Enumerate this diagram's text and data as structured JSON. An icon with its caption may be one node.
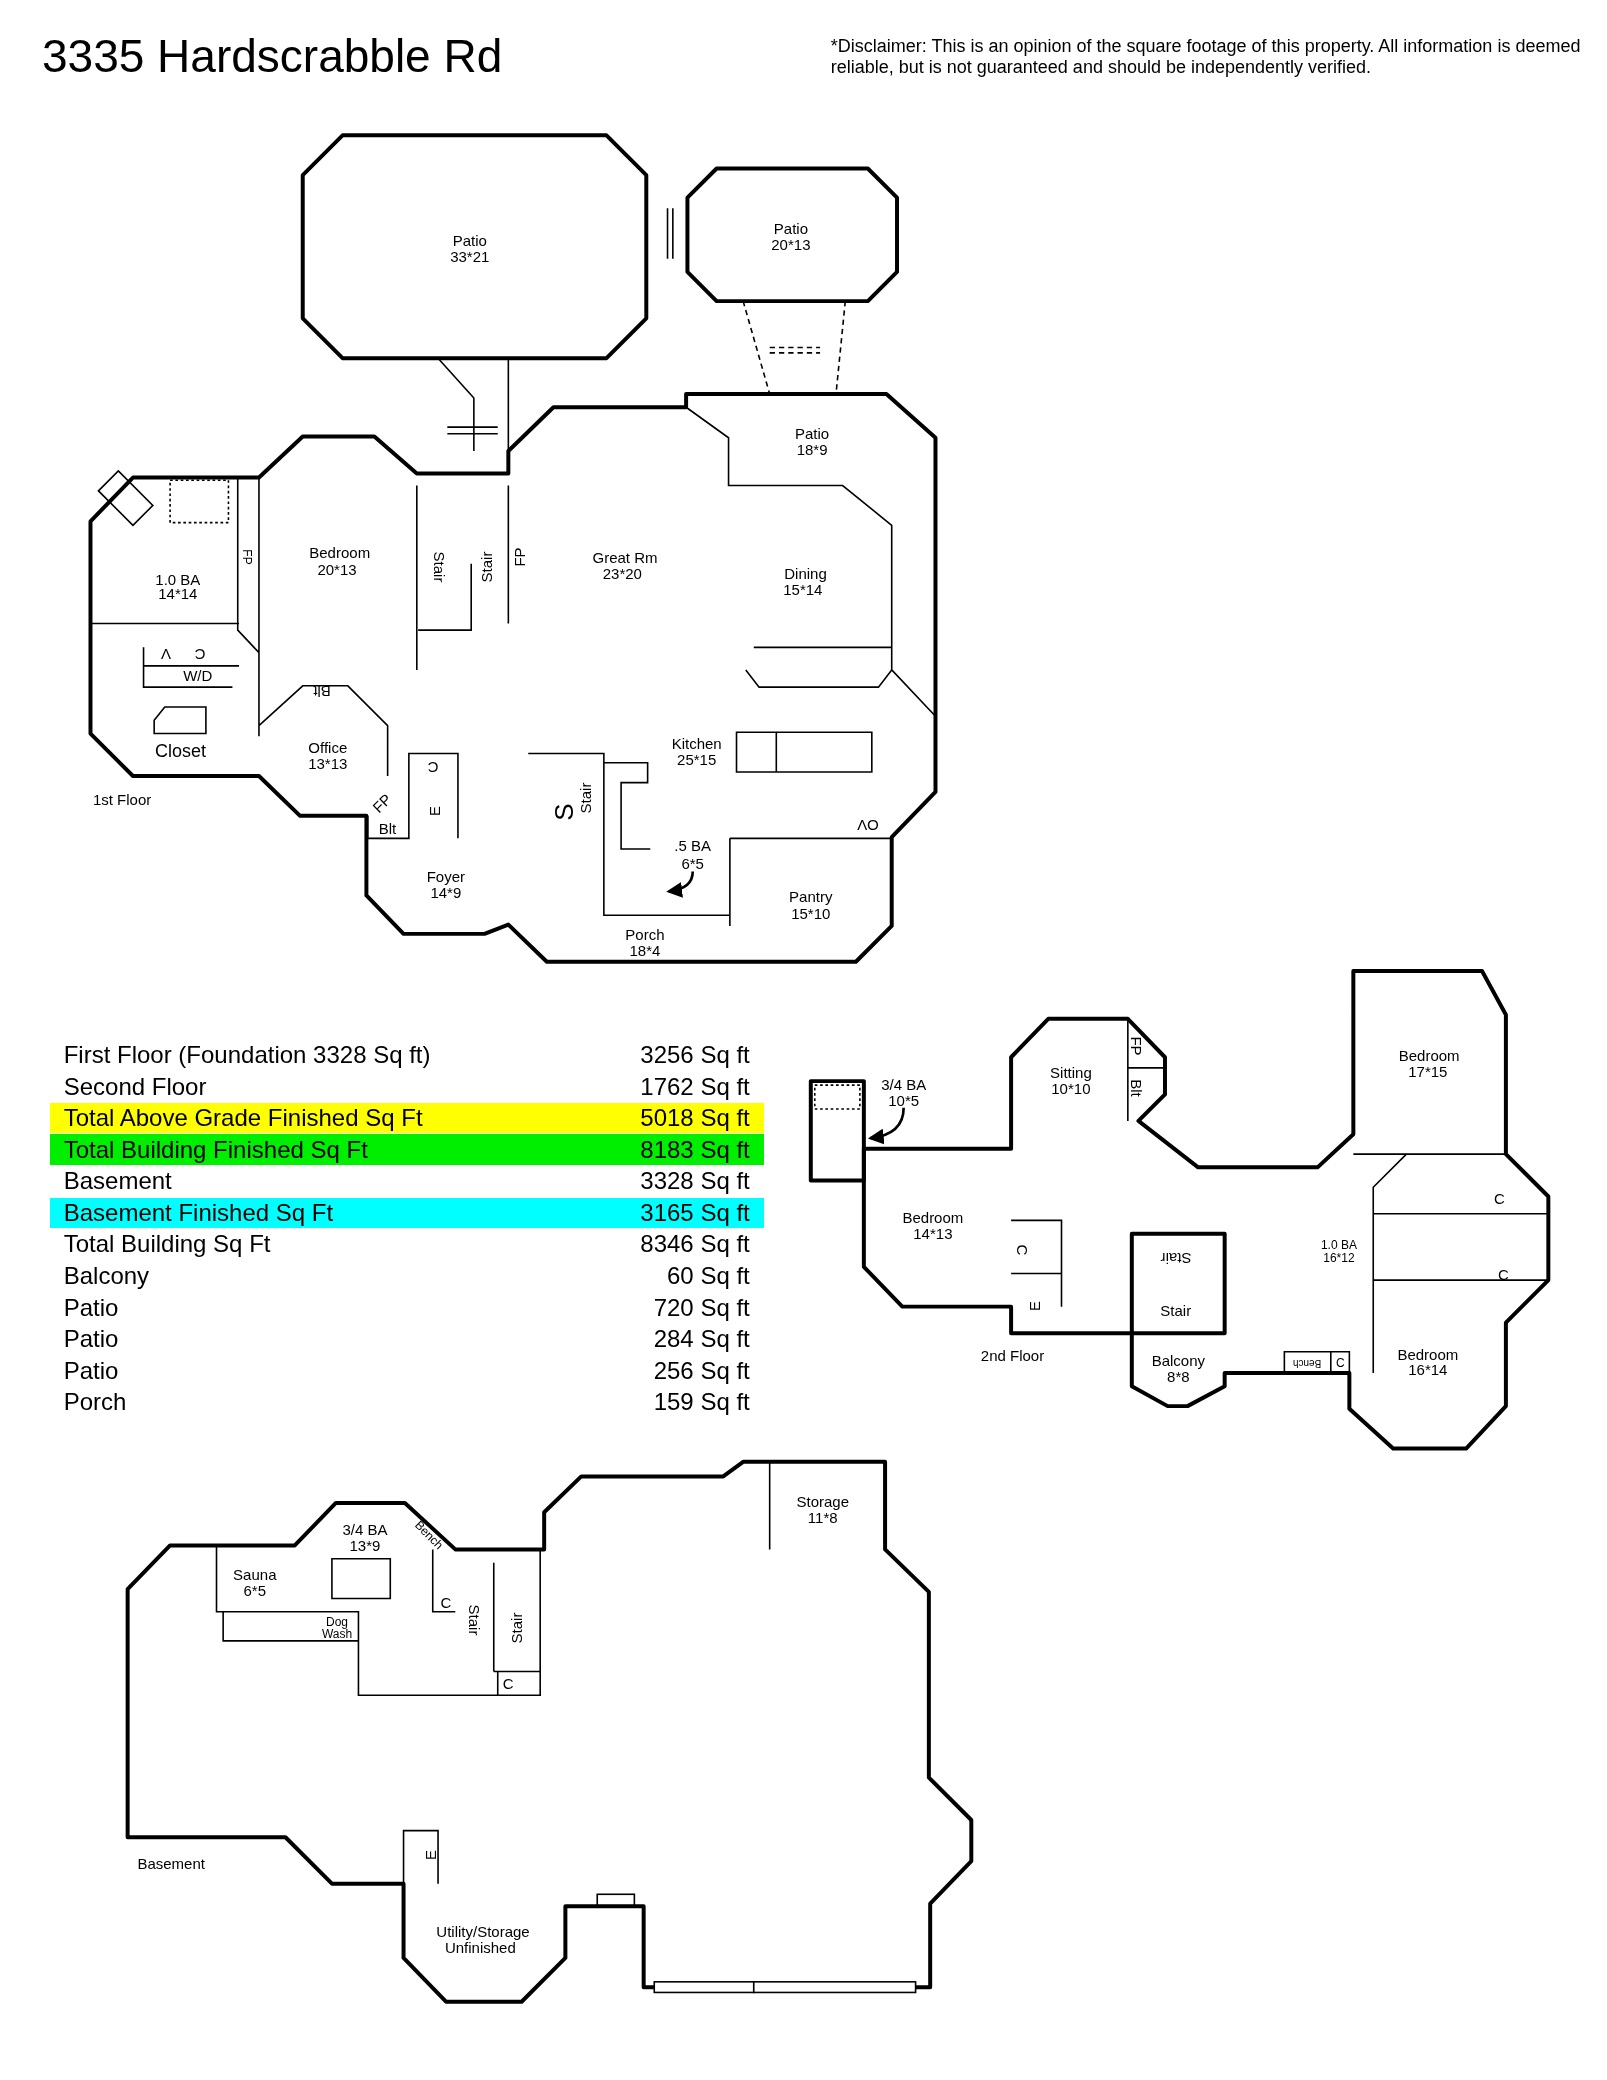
{
  "diagram": {
    "title": "3335 Hardscrabble Rd",
    "labels": [
      "*Disclaimer: This is an opinion of the square footage of this property. All information is deemed reliable, but is not guaranteed and should be independently verified.",
      "Patio",
      "33*21",
      "Patio",
      "20*13",
      "Patio",
      "18*9",
      "1.0 BA",
      "14*14",
      "Bedroom",
      "20*13",
      "FP",
      "Stair",
      "Stair",
      "FP",
      "Great Rm",
      "23*20",
      "Dining",
      "15*14",
      "V",
      "C",
      "W/D",
      "Blt",
      "Closet",
      "Office",
      "13*13",
      "C",
      "E",
      "FP",
      "Blt",
      "Kitchen",
      "25*15",
      "S",
      "Stair",
      "OV",
      ".5 BA",
      "6*5",
      "Foyer",
      "14*9",
      "Pantry",
      "15*10",
      "Porch",
      "18*4",
      "1st Floor",
      "First Floor (Foundation 3328 Sq ft)",
      "3256 Sq ft",
      "Second Floor",
      "1762 Sq ft",
      "Total Above Grade Finished Sq Ft",
      "5018 Sq ft",
      "Total Building Finished Sq Ft",
      "8183 Sq ft",
      "Basement",
      "3328 Sq ft",
      "Basement Finished Sq Ft",
      "3165 Sq ft",
      "Total Building Sq Ft",
      "8346 Sq ft",
      "Balcony",
      "60 Sq ft",
      "Patio",
      "720 Sq ft",
      "Patio",
      "284 Sq ft",
      "Patio",
      "256 Sq ft",
      "Porch",
      "159 Sq ft",
      "3/4 BA",
      "10*5",
      "Sitting",
      "10*10",
      "FP",
      "Blt",
      "Bedroom",
      "17*15",
      "Bedroom",
      "14*13",
      "C",
      "1.0 BA",
      "16*12",
      "C",
      "Stair",
      "Stair",
      "C",
      "E",
      "2nd Floor",
      "Balcony",
      "8*8",
      "Bench",
      "C",
      "Bedroom",
      "16*14",
      "3/4 BA",
      "13*9",
      "Bench",
      "Sauna",
      "6*5",
      "C",
      "Dog Wash",
      "Stair",
      "Stair",
      "C",
      "Storage",
      "11*8",
      "Basement",
      "E",
      "Utility/Storage",
      "Unfinished"
    ]
  }
}
